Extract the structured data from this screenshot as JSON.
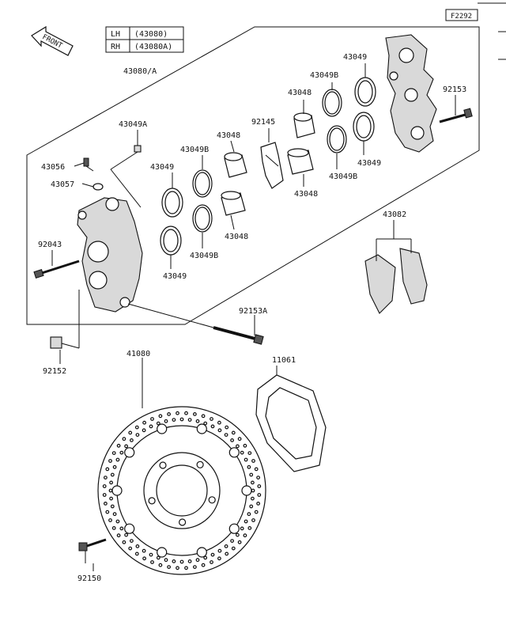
{
  "figure_code": "F2292",
  "front_label": "FRONT",
  "variant_table": [
    {
      "side": "LH",
      "code": "(43080)"
    },
    {
      "side": "RH",
      "code": "(43080A)"
    }
  ],
  "callouts": {
    "caliper_assy": "43080/A",
    "bleeder_cap": "43049A",
    "bleeder": "43056",
    "bleeder_seal": "43057",
    "pin_left": "92043",
    "seal_a1": "43049",
    "seal_b1": "43049B",
    "seal_b2": "43049B",
    "seal_a2": "43049",
    "piston_1": "43048",
    "piston_2": "43048",
    "spring": "92145",
    "piston_3": "43048",
    "piston_4": "43048",
    "seal_b3": "43049B",
    "seal_a3": "43049",
    "seal_b4": "43049B",
    "seal_a4": "43049",
    "pin_right": "92153",
    "pads": "43082",
    "bolt_long": "92153A",
    "collar": "92152",
    "disc": "41080",
    "shim": "11061",
    "disc_bolt": "92150"
  }
}
